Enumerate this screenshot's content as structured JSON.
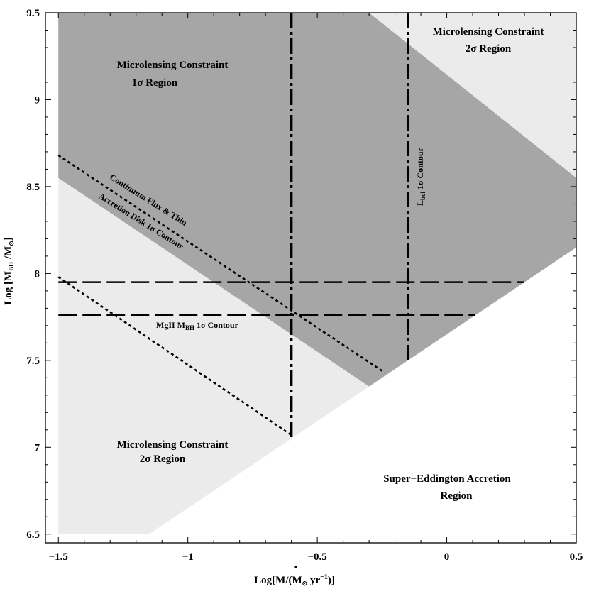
{
  "chart_data": {
    "type": "region-plot",
    "xlabel": {
      "pre": "Log[M",
      "sub": "⊙",
      "mid": " yr",
      "sup": "−1",
      "post": ")]",
      "full": "Log[Ṁ/(M⊙ yr−1)]"
    },
    "ylabel": {
      "pre": "Log [M",
      "sub1": "BH",
      "mid": " /M",
      "sub2": "⊙",
      "post": "]"
    },
    "xlim": [
      -1.55,
      0.5
    ],
    "ylim": [
      6.45,
      9.5
    ],
    "x_ticks": [
      {
        "v": -1.5,
        "label": "−1.5"
      },
      {
        "v": -1,
        "label": "−1"
      },
      {
        "v": -0.5,
        "label": "−0.5"
      },
      {
        "v": 0,
        "label": "0"
      },
      {
        "v": 0.5,
        "label": "0.5"
      }
    ],
    "y_ticks": [
      {
        "v": 6.5,
        "label": "6.5"
      },
      {
        "v": 7,
        "label": "7"
      },
      {
        "v": 7.5,
        "label": "7.5"
      },
      {
        "v": 8,
        "label": "8"
      },
      {
        "v": 8.5,
        "label": "8.5"
      },
      {
        "v": 9,
        "label": "9"
      },
      {
        "v": 9.5,
        "label": "9.5"
      }
    ],
    "regions": [
      {
        "name": "2σ region",
        "color": "#ebebeb",
        "points": [
          [
            -1.5,
            9.5
          ],
          [
            0.5,
            9.5
          ],
          [
            0.5,
            8.15
          ],
          [
            -1.15,
            6.5
          ],
          [
            -1.5,
            6.5
          ]
        ]
      },
      {
        "name": "1σ region",
        "color": "#a6a6a6",
        "points": [
          [
            -1.5,
            9.5
          ],
          [
            -0.3,
            9.5
          ],
          [
            0.5,
            8.55
          ],
          [
            0.5,
            8.15
          ],
          [
            -0.3,
            7.35
          ],
          [
            -1.5,
            8.55
          ]
        ]
      }
    ],
    "lines": [
      {
        "name": "mgii-upper",
        "style": "dashed",
        "points": [
          [
            -1.5,
            7.95
          ],
          [
            0.3,
            7.95
          ]
        ]
      },
      {
        "name": "mgii-lower",
        "style": "dashed",
        "points": [
          [
            -1.5,
            7.76
          ],
          [
            0.11,
            7.76
          ]
        ]
      },
      {
        "name": "continuum-upper",
        "style": "dotted",
        "points": [
          [
            -1.5,
            8.68
          ],
          [
            -0.24,
            7.43
          ]
        ]
      },
      {
        "name": "continuum-lower",
        "style": "dotted",
        "points": [
          [
            -1.5,
            7.98
          ],
          [
            -0.6,
            7.07
          ]
        ]
      },
      {
        "name": "lbol-left",
        "style": "dashdot",
        "points": [
          [
            -0.6,
            9.5
          ],
          [
            -0.6,
            7.05
          ]
        ]
      },
      {
        "name": "lbol-right",
        "style": "dashdot",
        "points": [
          [
            -0.15,
            9.5
          ],
          [
            -0.15,
            7.5
          ]
        ]
      }
    ],
    "annotations": {
      "micro_1sigma_l1": "Microlensing  Constraint",
      "micro_1sigma_l2": "1σ Region",
      "micro_2sigma_top_l1": "Microlensing  Constraint",
      "micro_2sigma_top_l2": "2σ Region",
      "micro_2sigma_bottom_l1": "Microlensing  Constraint",
      "micro_2sigma_bottom_l2": "2σ Region",
      "super_edd_l1": "Super−Eddington Accretion",
      "super_edd_l2": "Region",
      "continuum_l1": "Continuum Flux & Thin",
      "continuum_l2": "Accretion Disk 1σ Contour",
      "mgii_pre": "MgII M",
      "mgii_sub": "BH",
      "mgii_post": "  1σ Contour",
      "lbol_pre": "L",
      "lbol_sub": "bol",
      "lbol_post": "  1σ Contour"
    }
  }
}
